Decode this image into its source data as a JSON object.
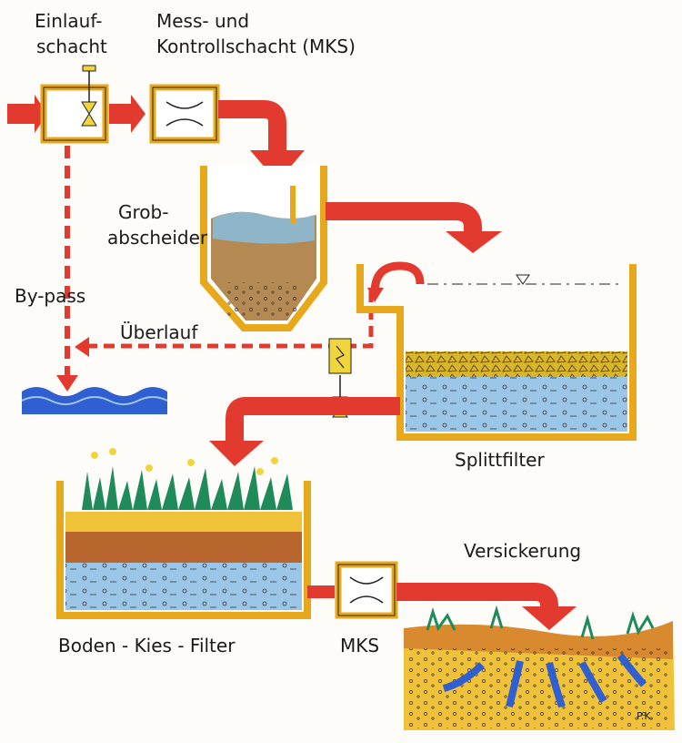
{
  "labels": {
    "einlauf_line1": "Einlauf-",
    "einlauf_line2": "schacht",
    "mks_top_line1": "Mess- und",
    "mks_top_line2": "Kontrollschacht (MKS)",
    "grob_line1": "Grob-",
    "grob_line2": "abscheider",
    "bypass": "By-pass",
    "ueberlauf": "Überlauf",
    "splittfilter": "Splittfilter",
    "boden_kies_filter": "Boden - Kies - Filter",
    "mks_bottom": "MKS",
    "versickerung": "Versickerung",
    "signature": "P.K."
  },
  "colors": {
    "frame": "#e8a81c",
    "arrow": "#e23a2e",
    "water": "#9cc6e8",
    "water_dark": "#2f5fd0",
    "gravel": "#d9b52a",
    "soil_brown": "#b8652e",
    "soil_yellow": "#f0c23a",
    "grass": "#1f8a5a"
  }
}
